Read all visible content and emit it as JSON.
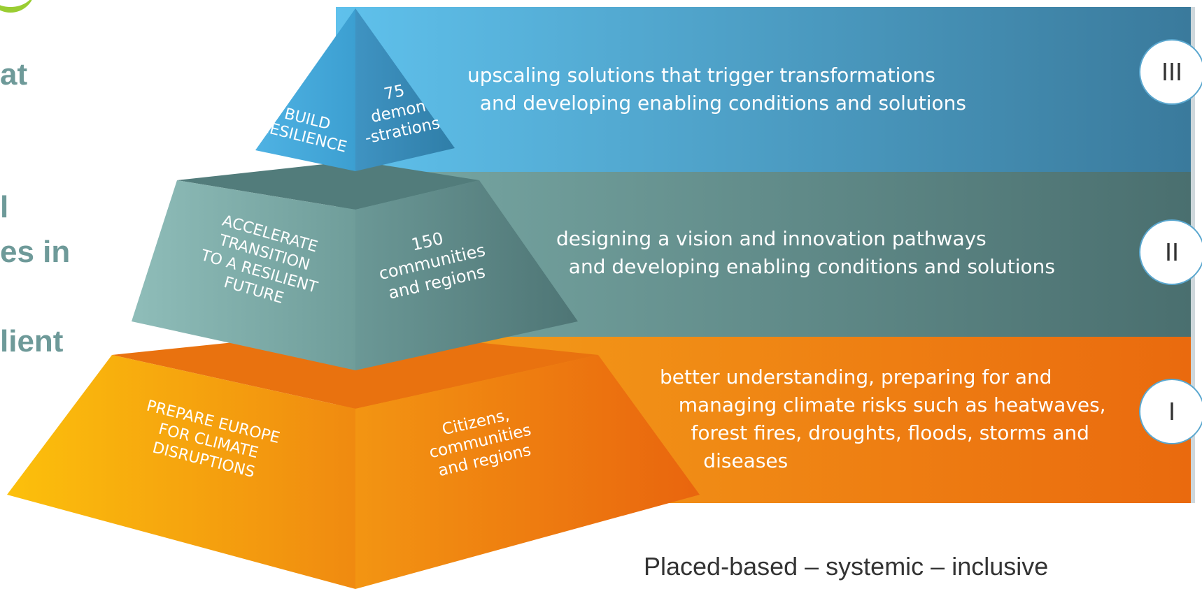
{
  "left_fragments": [
    "at",
    "l",
    "es in",
    "lient"
  ],
  "tiers": [
    {
      "numeral": "III",
      "action": "BUILD\nRESILIENCE",
      "scope": "75\ndemon\n-strations",
      "description": "upscaling solutions that trigger transformations\n  and developing enabling conditions and solutions",
      "color_band": "#3d8fc0"
    },
    {
      "numeral": "II",
      "action": "ACCELERATE\nTRANSITION\nTO A RESILIENT\nFUTURE",
      "scope": "150\ncommunities\nand regions",
      "description": "designing a vision and innovation pathways\n  and developing enabling conditions and solutions",
      "color_band": "#5c8a87"
    },
    {
      "numeral": "I",
      "action": "PREPARE EUROPE\nFOR CLIMATE\nDISRUPTIONS",
      "scope": "Citizens,\ncommunities\nand regions",
      "description": "better understanding, preparing for and\n   managing climate risks such as heatwaves,\n     forest fires, droughts, floods, storms and\n       diseases",
      "color_band": "#f08a10"
    }
  ],
  "footer": "Placed-based – systemic – inclusive"
}
